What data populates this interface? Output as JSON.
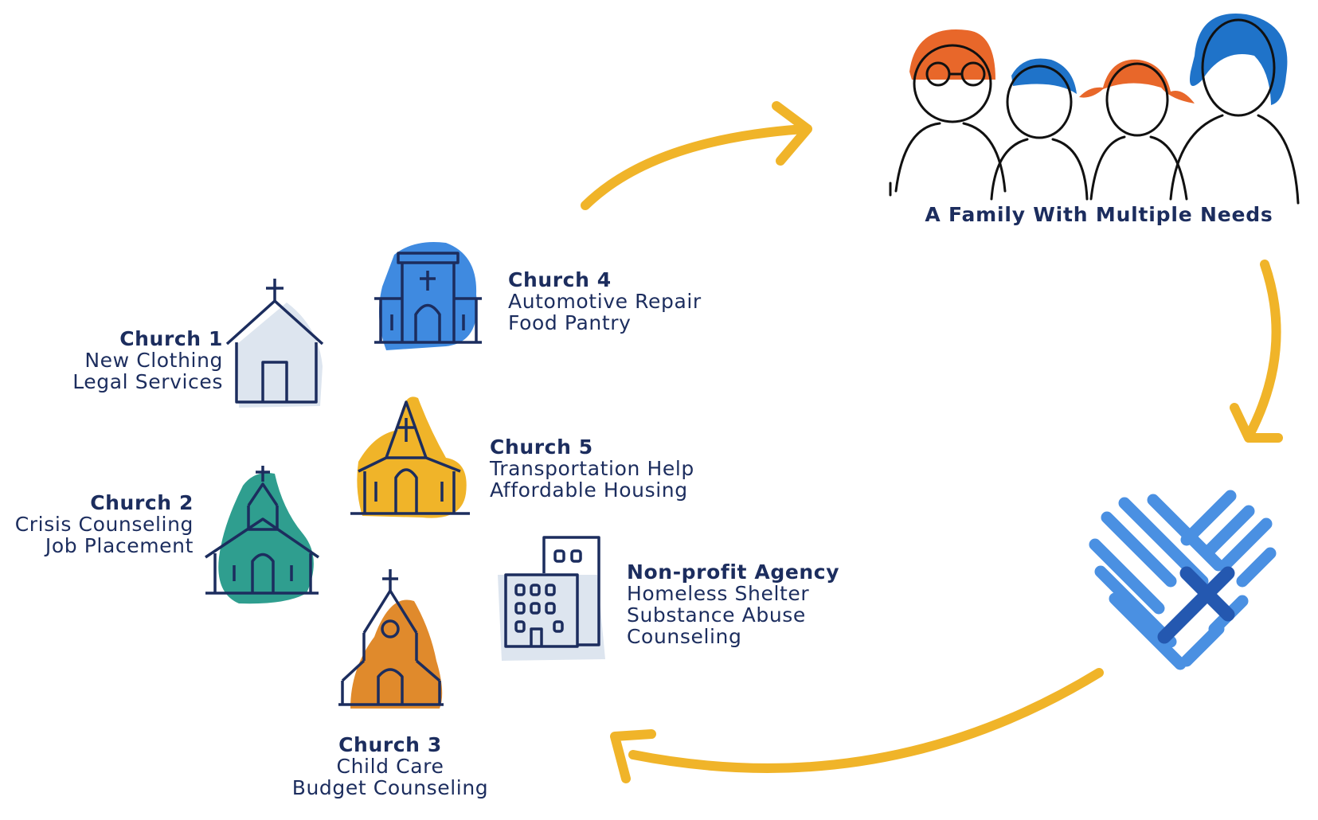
{
  "colors": {
    "navy": "#1c2d5e",
    "arrow": "#f0b429",
    "orange": "#e8672a",
    "blue": "#1f73c9",
    "teal": "#2f9e8f",
    "gold": "#f0b429",
    "amber": "#e08a2c",
    "light_blue": "#3f8ae0",
    "pale": "#dde5ef",
    "logo_light": "#4a90e2",
    "logo_dark": "#2458b0"
  },
  "family": {
    "caption": "A Family With Multiple Needs"
  },
  "providers": {
    "church1": {
      "title": "Church 1",
      "services": [
        "New Clothing",
        "Legal Services"
      ]
    },
    "church2": {
      "title": "Church 2",
      "services": [
        "Crisis Counseling",
        "Job Placement"
      ]
    },
    "church3": {
      "title": "Church 3",
      "services": [
        "Child Care",
        "Budget Counseling"
      ]
    },
    "church4": {
      "title": "Church 4",
      "services": [
        "Automotive Repair",
        "Food Pantry"
      ]
    },
    "church5": {
      "title": "Church 5",
      "services": [
        "Transportation Help",
        "Affordable Housing"
      ]
    },
    "agency": {
      "title": "Non-profit Agency",
      "services": [
        "Homeless Shelter",
        "Substance Abuse",
        "Counseling"
      ]
    }
  },
  "icons": {
    "family": "family-of-four-icon",
    "logo": "heart-cross-logo-icon",
    "church": "church-icon",
    "building": "office-building-icon",
    "arrow": "curved-arrow-icon"
  }
}
